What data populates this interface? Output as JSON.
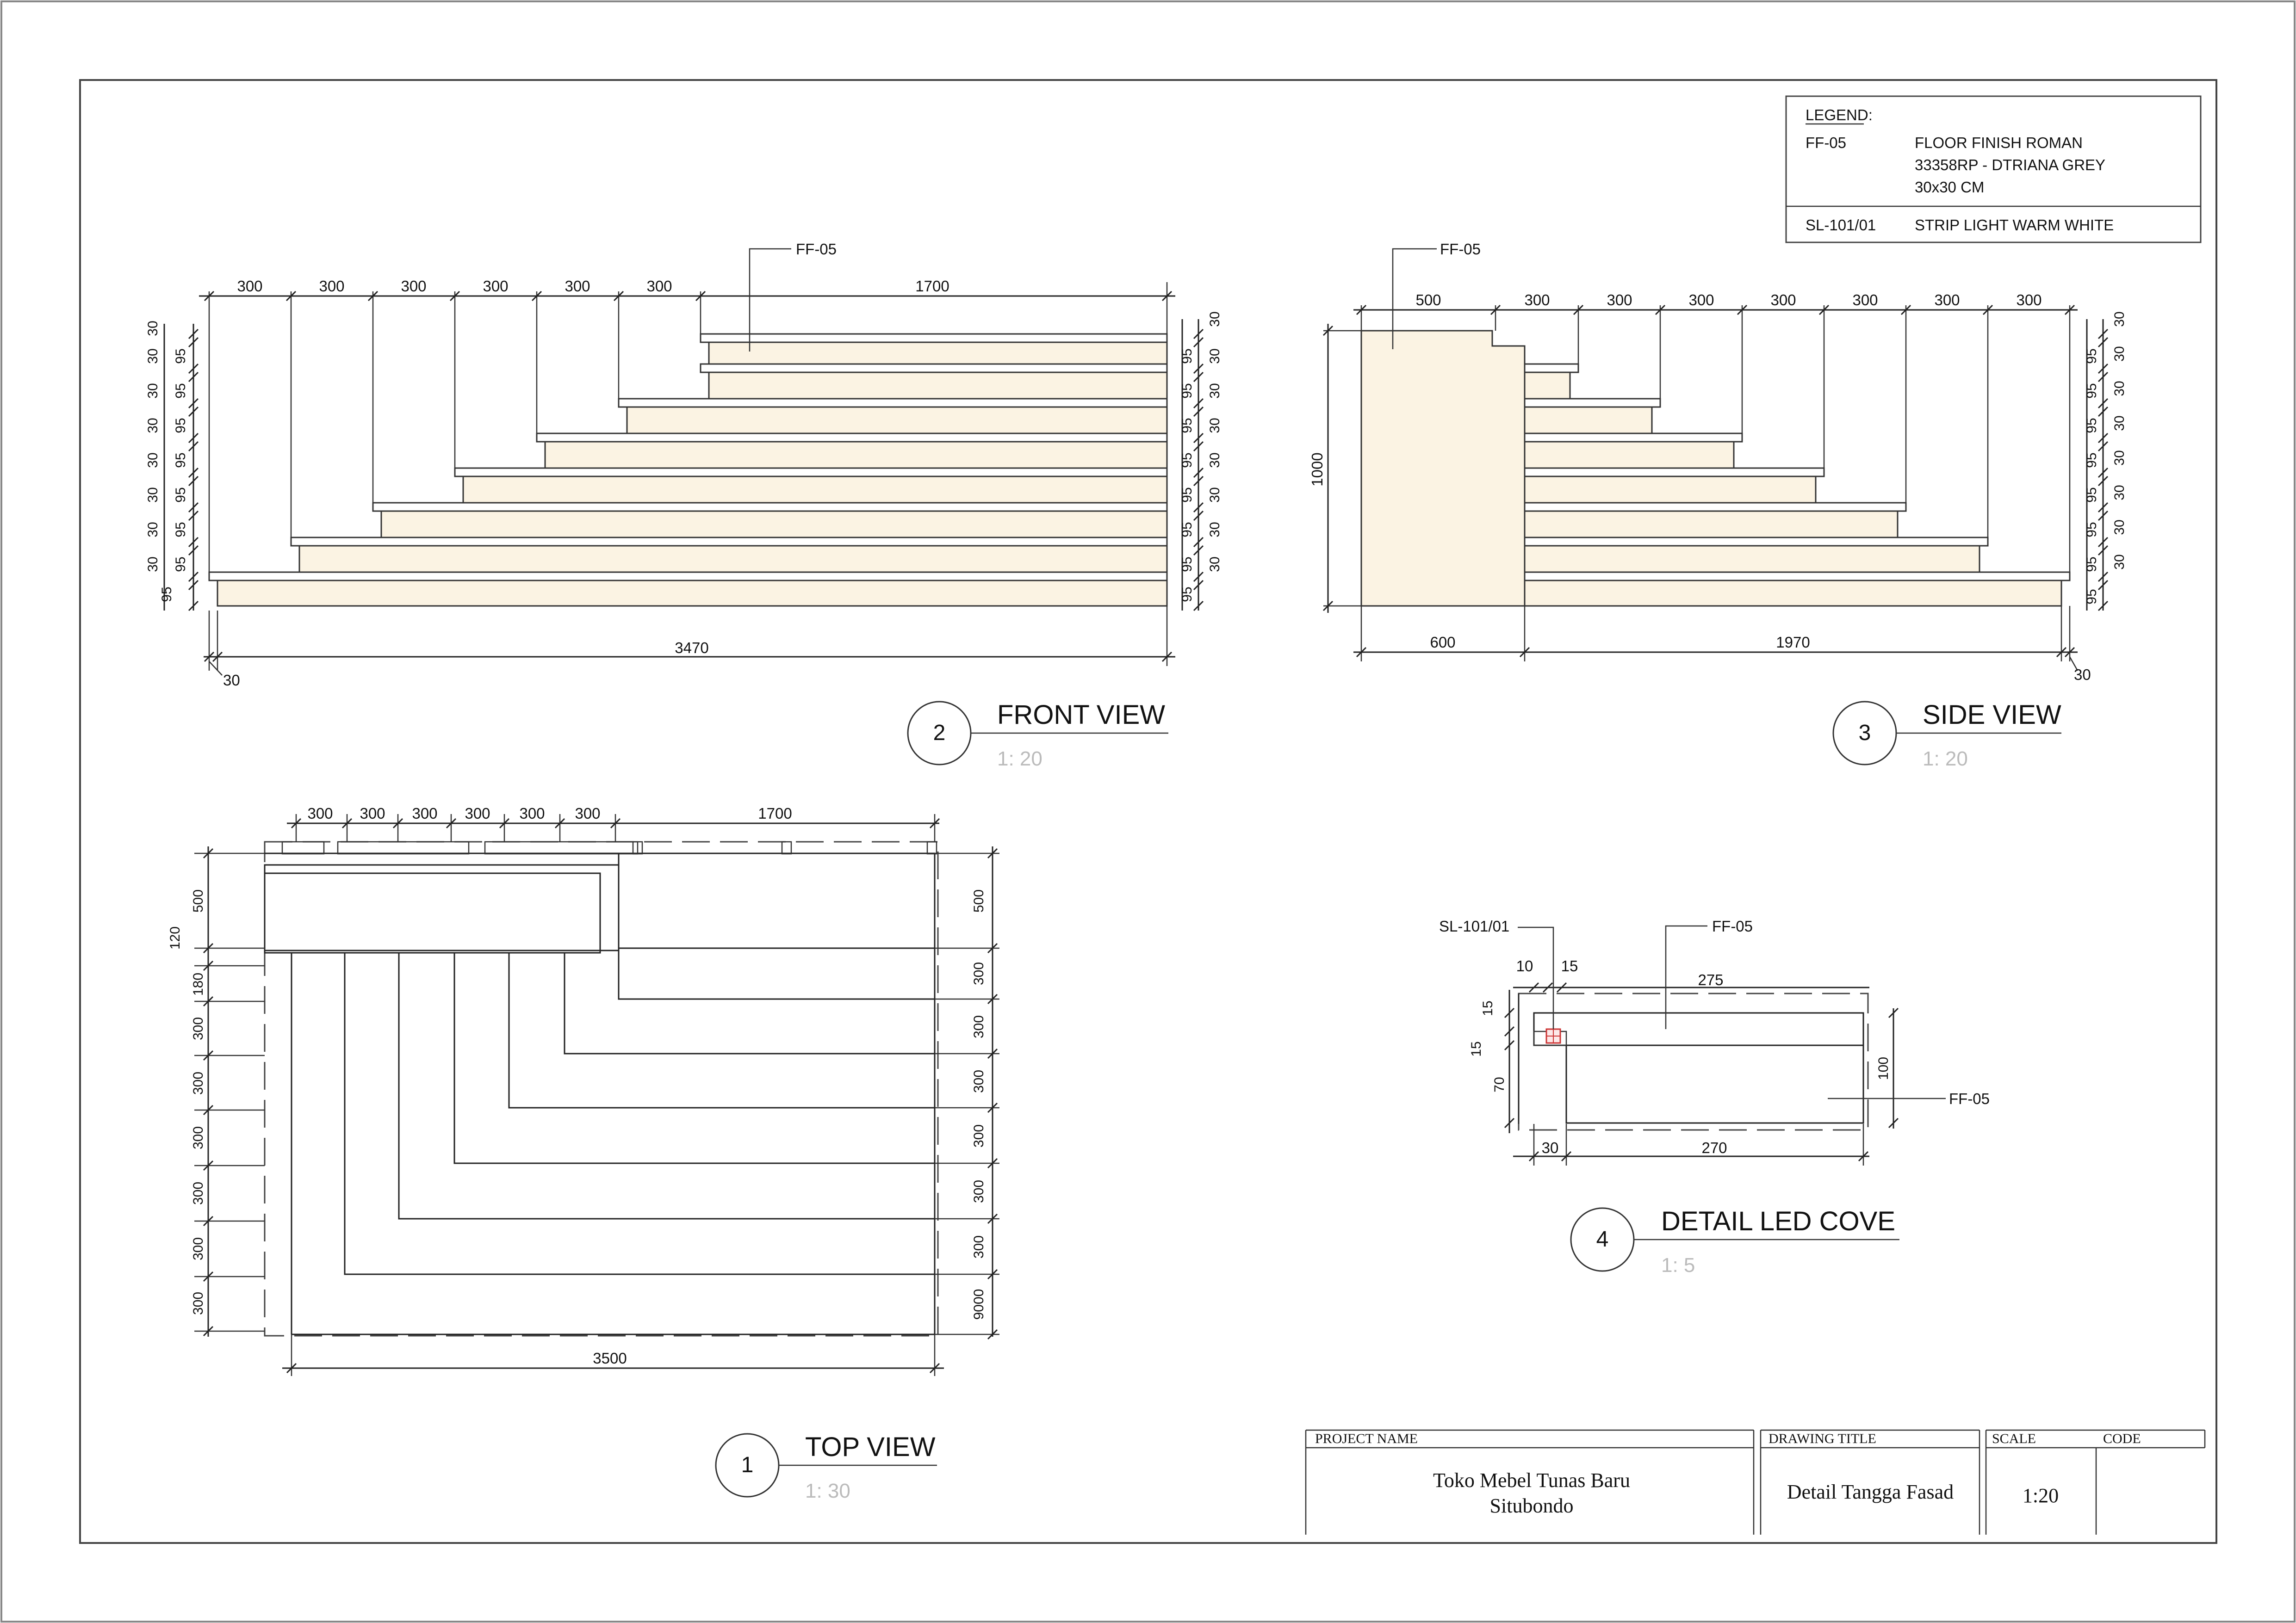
{
  "legend": {
    "heading": "LEGEND:",
    "items": [
      {
        "code": "FF-05",
        "lines": [
          "FLOOR FINISH ROMAN",
          "33358RP - DTRIANA GREY",
          "30x30 CM"
        ]
      },
      {
        "code": "SL-101/01",
        "lines": [
          "STRIP LIGHT WARM WHITE"
        ]
      }
    ]
  },
  "views": {
    "front": {
      "number": "2",
      "title": "FRONT VIEW",
      "scale": "1: 20",
      "tag": "FF-05",
      "top_dims": [
        "300",
        "300",
        "300",
        "300",
        "300",
        "300",
        "1700"
      ],
      "overall": "3470",
      "offset": "30",
      "riser": "95",
      "nosing": "30"
    },
    "side": {
      "number": "3",
      "title": "SIDE VIEW",
      "scale": "1: 20",
      "tag": "FF-05",
      "top_dims": [
        "500",
        "300",
        "300",
        "300",
        "300",
        "300",
        "300",
        "300"
      ],
      "height": "1000",
      "bottom_left": "600",
      "bottom_right": "1970",
      "offset": "30",
      "riser": "95",
      "nosing": "30"
    },
    "top": {
      "number": "1",
      "title": "TOP VIEW",
      "scale": "1: 30",
      "top_dims": [
        "300",
        "300",
        "300",
        "300",
        "300",
        "300",
        "1700"
      ],
      "left_dims": [
        "500",
        "120",
        "180",
        "300",
        "300",
        "300",
        "300",
        "300",
        "300"
      ],
      "right_dims": [
        "500",
        "300",
        "300",
        "300",
        "300",
        "300",
        "300",
        "9000"
      ],
      "bottom": "3500"
    },
    "detail": {
      "number": "4",
      "title": "DETAIL LED COVE",
      "scale": "1: 5",
      "tag_light": "SL-101/01",
      "tag_top": "FF-05",
      "tag_side": "FF-05",
      "dims": {
        "d10": "10",
        "d15a": "15",
        "d275": "275",
        "d15b": "15",
        "d15c": "15",
        "d70": "70",
        "d100": "100",
        "d30": "30",
        "d270": "270"
      }
    }
  },
  "title_block": {
    "project_label": "PROJECT NAME",
    "project_name_1": "Toko Mebel Tunas Baru",
    "project_name_2": "Situbondo",
    "drawing_label": "DRAWING TITLE",
    "drawing_title": "Detail Tangga Fasad",
    "scale_label": "SCALE",
    "code_label": "CODE",
    "scale_value": "1:20",
    "code_value": ""
  }
}
